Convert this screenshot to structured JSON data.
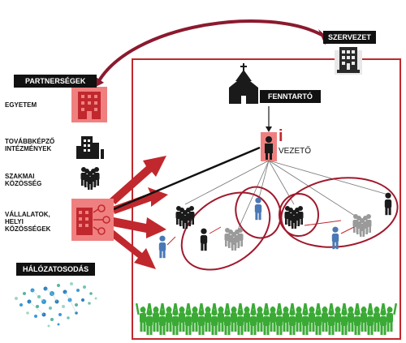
{
  "labels": {
    "organization": "SZERVEZET",
    "partnerships": "PARTNERSÉGEK",
    "university": "EGYETEM",
    "training_institutions": "TOVÁBBKÉPZŐ INTÉZMÉNYEK",
    "professional_community": "SZAKMAI KÖZÖSSÉG",
    "companies_local_communities": "VÁLLALATOK, HELYI KÖZÖSSÉGEK",
    "networking": "HÁLÓZATOSODÁS",
    "maintainer": "FENNTARTÓ",
    "leader": "VEZETŐ",
    "leader_mark": "i"
  },
  "colors": {
    "red": "#c0282d",
    "dark_red": "#8b1a2e",
    "pink": "#f08080",
    "black": "#1a1a1a",
    "gray": "#9a9a9a",
    "blue": "#4a78b5",
    "green": "#3aaa35"
  },
  "icons": {
    "organization": "building-icon",
    "church": "church-icon",
    "university": "building-icon",
    "training": "city-icon",
    "community": "people-group-icon",
    "companies": "building-network-icon",
    "networking": "network-dots-icon"
  }
}
